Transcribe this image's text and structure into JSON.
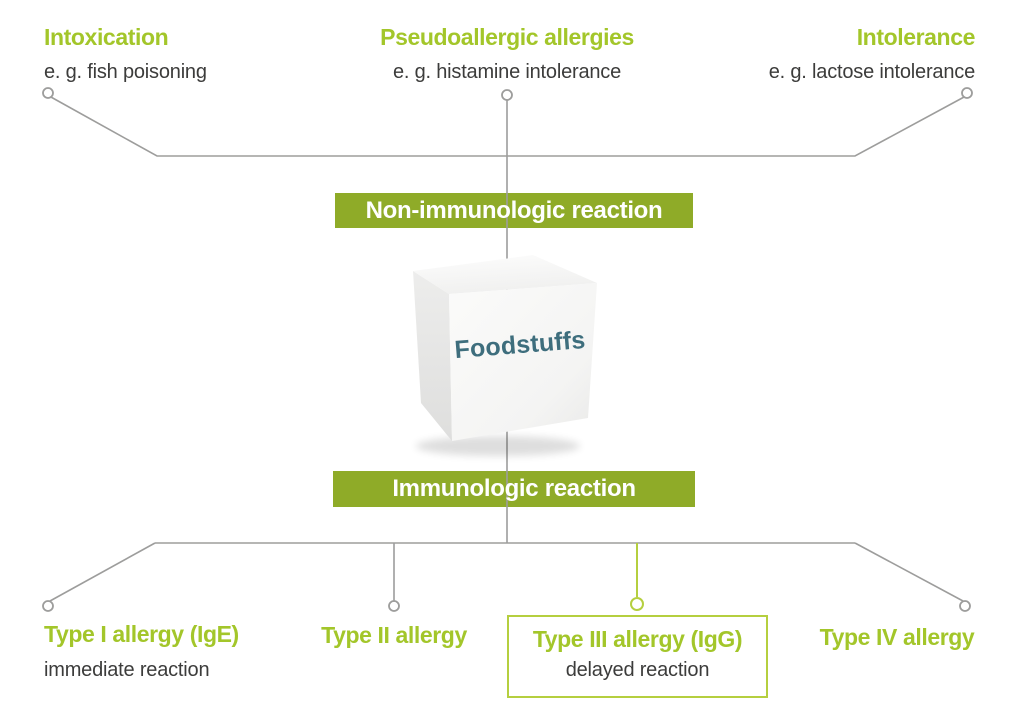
{
  "colors": {
    "accent_green": "#a3c62a",
    "banner_green": "#8fab28",
    "box_border_green": "#b5cf3f",
    "line_gray": "#9d9d9c",
    "text_dark": "#3c3c3b",
    "cube_text_teal": "#3e6e7d"
  },
  "top_banner": {
    "label": "Non-immunologic reaction"
  },
  "bottom_banner": {
    "label": "Immunologic reaction"
  },
  "cube": {
    "label": "Foodstuffs"
  },
  "top_branches": [
    {
      "title": "Intoxication",
      "subtitle": "e. g. fish poisoning"
    },
    {
      "title": "Pseudoallergic allergies",
      "subtitle": "e. g. histamine intolerance"
    },
    {
      "title": "Intolerance",
      "subtitle": "e. g. lactose intolerance"
    }
  ],
  "bottom_branches": [
    {
      "title": "Type I allergy (IgE)",
      "subtitle": "immediate reaction"
    },
    {
      "title": "Type II allergy"
    },
    {
      "title": "Type III allergy (IgG)",
      "subtitle": "delayed reaction"
    },
    {
      "title": "Type IV allergy"
    }
  ]
}
